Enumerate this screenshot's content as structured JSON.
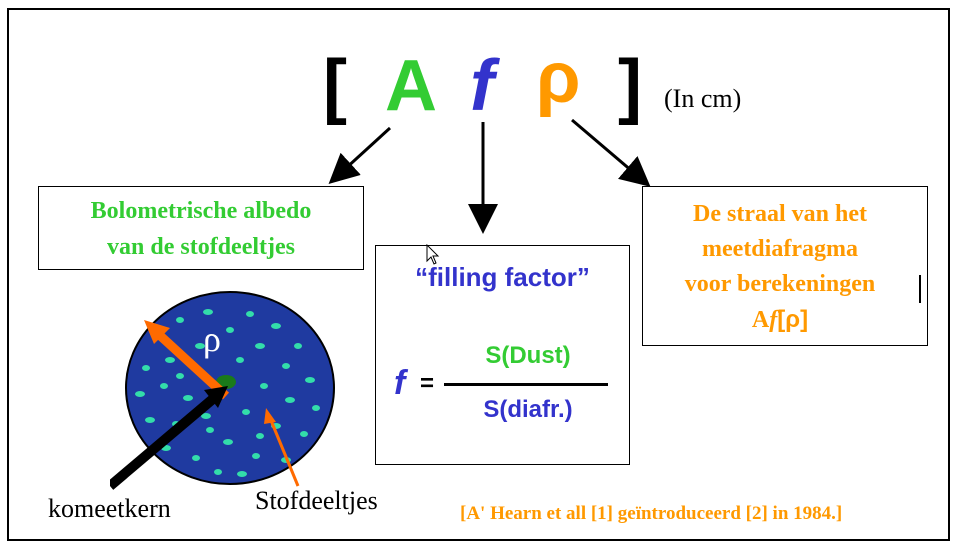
{
  "header": {
    "bracket_open": "[",
    "A": "A",
    "f": "f",
    "rho": "ρ",
    "bracket_close": "]",
    "unit": "(In cm)"
  },
  "boxes": {
    "albedo": {
      "line1": "Bolometrische albedo",
      "line2": "van de stofdeeltjes"
    },
    "filling": {
      "title": "“filling factor”",
      "f": "f",
      "equals": "=",
      "numerator": "S(Dust)",
      "denominator": "S(diafr.)"
    },
    "radius": {
      "line1": "De straal van het",
      "line2": "meetdiafragma",
      "line3": "voor berekeningen",
      "line4_a": "A",
      "line4_f": "f",
      "line4_b": "[ρ]"
    }
  },
  "illustration": {
    "rho": "ρ",
    "label_nucleus": "komeetkern",
    "label_dust": "Stofdeeltjes"
  },
  "footer": {
    "reference": "[A' Hearn et all [1] geïntroduceerd [2] in 1984.]"
  },
  "colors": {
    "green": "#33cc33",
    "blue": "#3333cc",
    "orange": "#ff9900",
    "disk": "#1f3aa0",
    "dust": "#33ddaa",
    "arrow_orange": "#ff6a00"
  }
}
